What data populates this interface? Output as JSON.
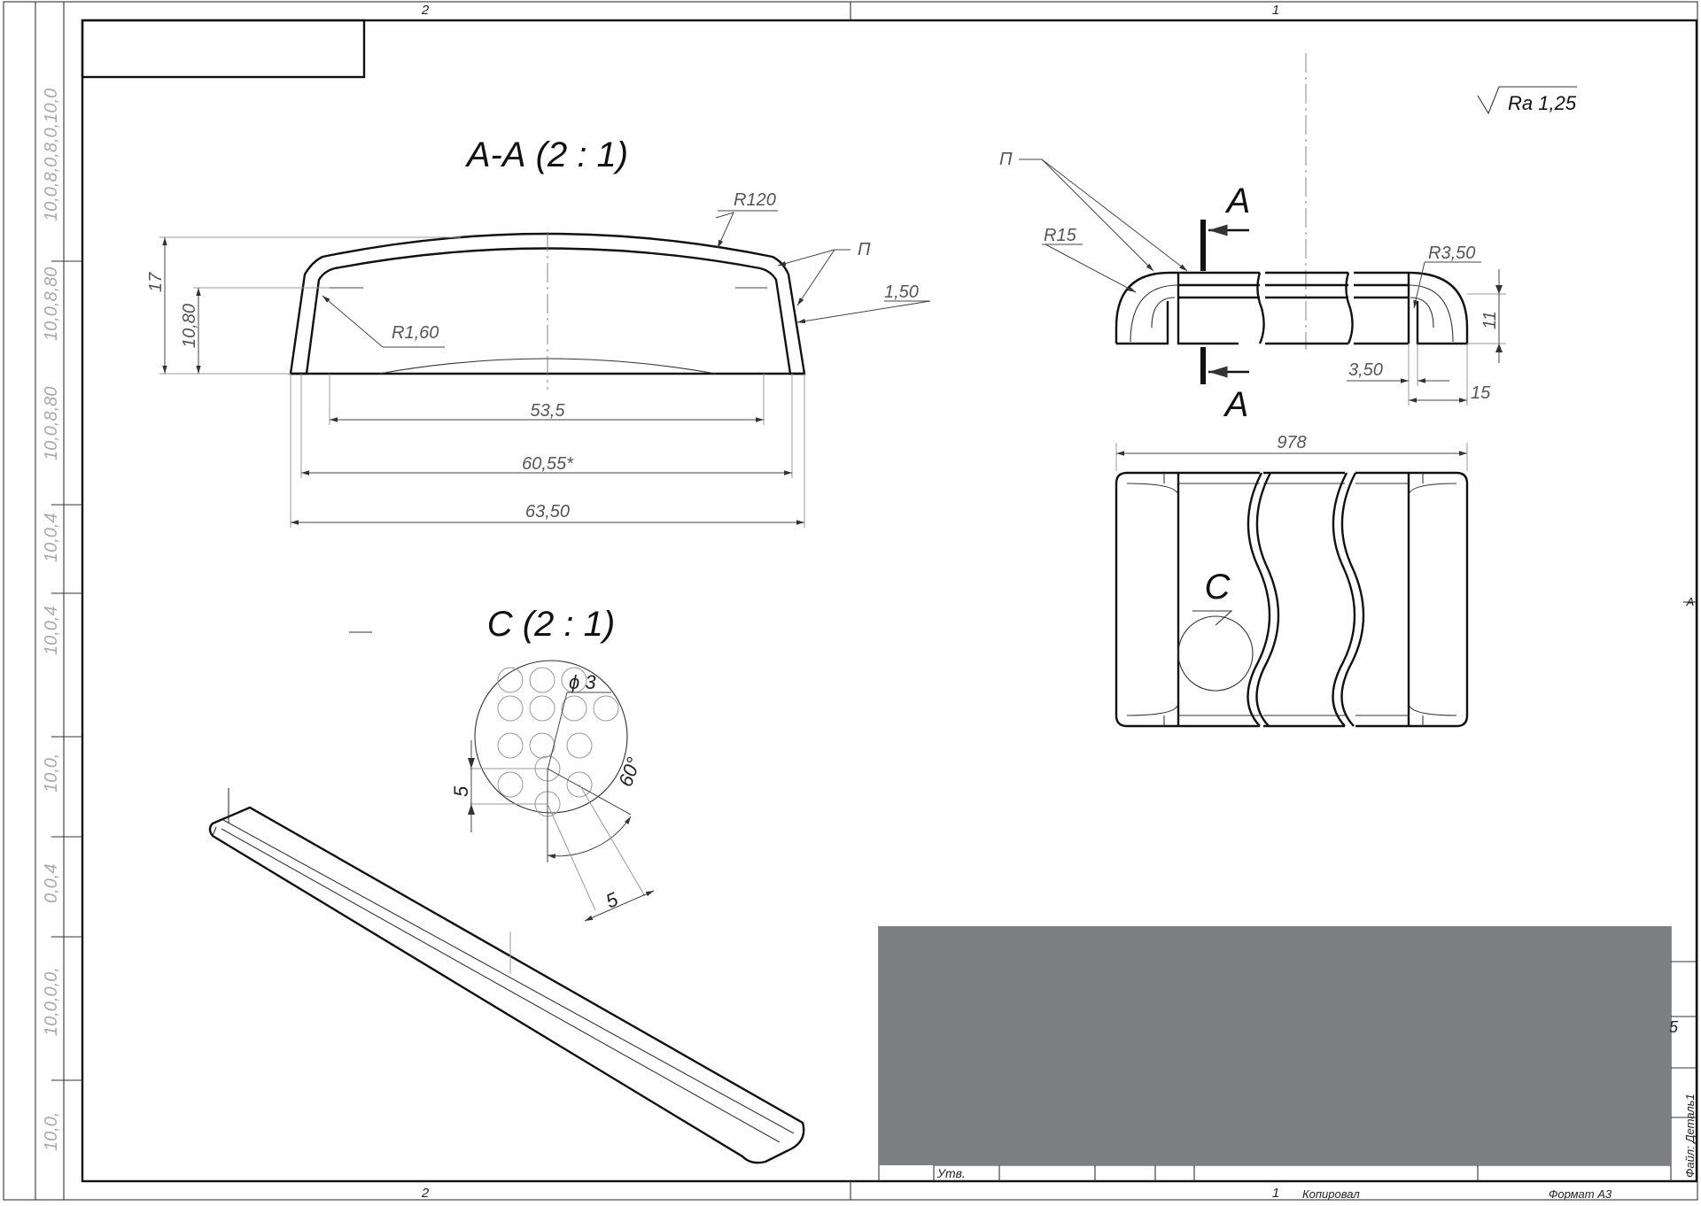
{
  "sheet": {
    "zone_top_left": "2",
    "zone_top_right": "1",
    "zone_bottom_left": "2",
    "zone_bottom_right": "1",
    "zone_side": "A",
    "margin_labels": [
      "10,0,8,0,8,0,10,0",
      "10,0,8,80",
      "10,0,8,80",
      "10,0,4",
      "10,0,4",
      "10,0,",
      "0,0,4",
      "10,0,0,0,",
      "10,0,"
    ],
    "file_label": "Файл: Деталь1",
    "format_label": "Формат А3",
    "copied_label": "Копировал",
    "approved_label": "Утв.",
    "title_block_fragment": "5",
    "title_block_color": "#7d8083"
  },
  "roughness": {
    "label": "Ra 1,25"
  },
  "section_aa": {
    "title": "А-А (2 : 1)",
    "dims": {
      "r120": "R120",
      "p": "П",
      "h17": "17",
      "h1080": "10,80",
      "r160": "R1,60",
      "t150": "1,50",
      "w535": "53,5",
      "w6055": "60,55*",
      "w6350": "63,50"
    }
  },
  "detail_c": {
    "title": "С (2 : 1)",
    "dims": {
      "d3": "ϕ 3",
      "s5a": "5",
      "angle": "60°",
      "s5b": "5"
    }
  },
  "front_view": {
    "p": "П",
    "r15": "R15",
    "cut_a_top": "А",
    "cut_a_bottom": "А",
    "r350": "R3,50",
    "h11": "11",
    "w350": "3,50",
    "w15": "15"
  },
  "top_view": {
    "w978": "978",
    "detail_mark": "С"
  }
}
